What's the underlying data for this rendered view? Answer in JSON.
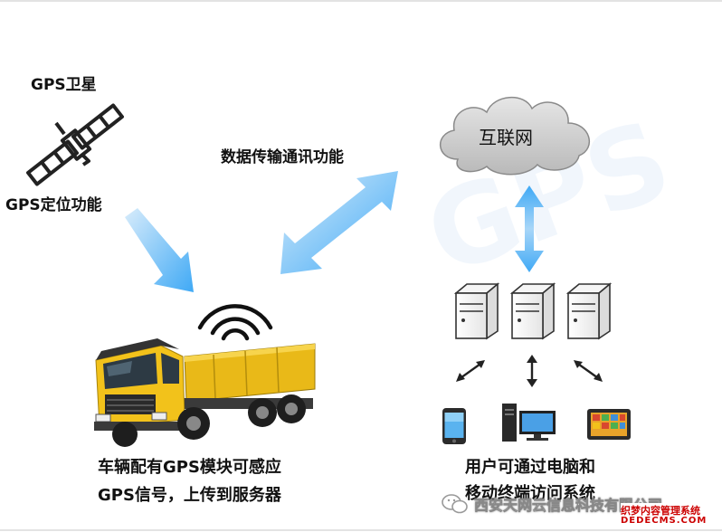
{
  "labels": {
    "gps_satellite": "GPS卫星",
    "gps_positioning": "GPS定位功能",
    "data_transfer": "数据传输通讯功能",
    "internet": "互联网",
    "vehicle_line1": "车辆配有GPS模块可感应",
    "vehicle_line2": "GPS信号，上传到服务器",
    "user_line1": "用户可通过电脑和",
    "user_line2": "移动终端访问系统"
  },
  "watermark": {
    "text": "GPS",
    "company": "西安天网云信息科技有限公司",
    "site_cn": "织梦内容管理系统",
    "site_en": "DEDECMS.COM"
  },
  "colors": {
    "arrow_blue": "#3fa9f5",
    "cloud_gray": "#c9c9c9",
    "truck_yellow": "#f2c21b",
    "dark": "#222222"
  }
}
